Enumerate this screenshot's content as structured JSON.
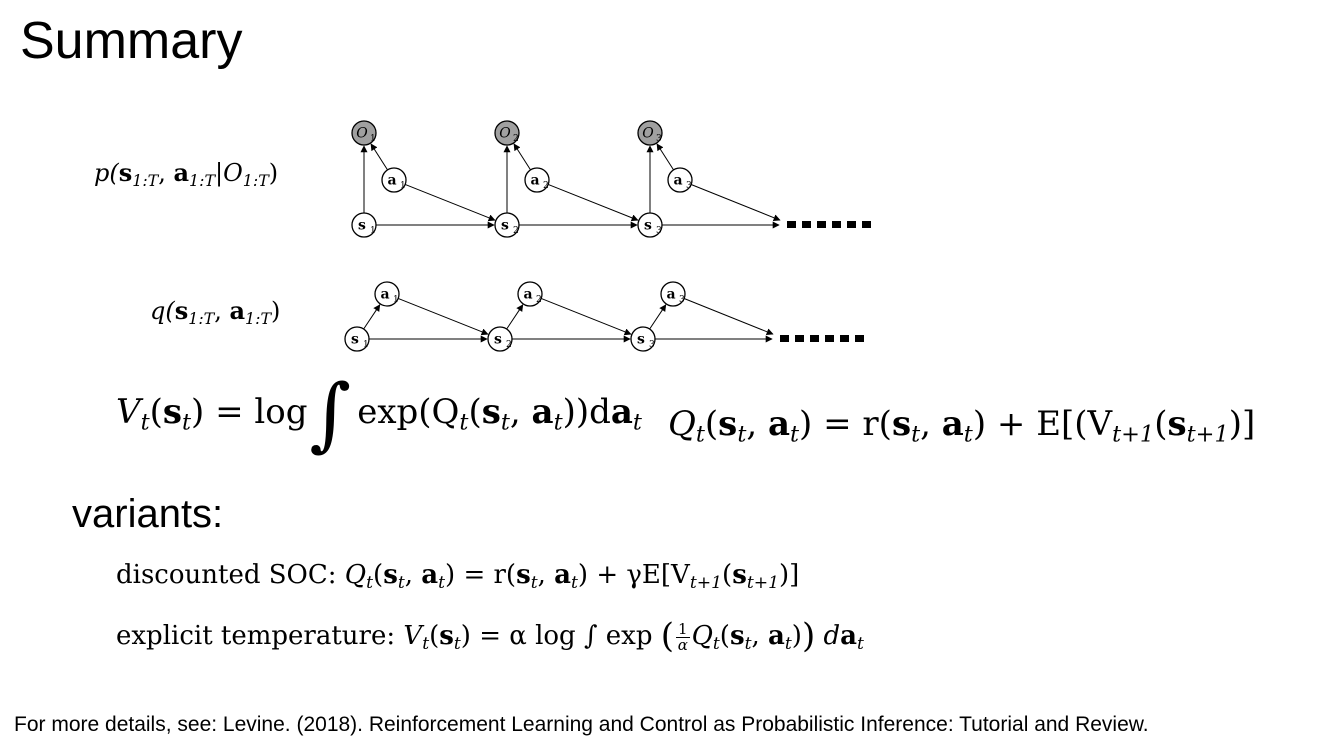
{
  "slide": {
    "title": "Summary",
    "variants_heading": "variants:",
    "footer": "For more details, see: Levine. (2018). Reinforcement Learning and Control as Probabilistic Inference: Tutorial and Review."
  },
  "labels": {
    "p_prefix": "p(",
    "s_bold": "s",
    "sub_1T": "1:T",
    "comma": ", ",
    "a_bold": "a",
    "bar": "|",
    "O": "O",
    "close": ")",
    "q_prefix": "q("
  },
  "equations": {
    "value_lhs": "V",
    "t": "t",
    "eq_log": "= log",
    "integral": "∫",
    "exp": "exp(Q",
    "inner_close": "))d",
    "q_eq_rhs": "= r(",
    "plus_E": "+ E[(V",
    "t_plus_1": "t+1",
    "close_bracket": ")]",
    "soc_prefix": "discounted SOC: ",
    "gamma_E": "+ γE[V",
    "close_sq": ")]",
    "temp_prefix": "explicit temperature: ",
    "alpha_log": "= α log",
    "exp_word": "exp",
    "frac_num": "1",
    "frac_den": "α",
    "Q": "Q",
    "d": "d"
  },
  "graph": {
    "top_row": {
      "observations": [
        "O",
        "O",
        "O"
      ],
      "actions": [
        "a",
        "a",
        "a"
      ],
      "states": [
        "s",
        "s",
        "s"
      ],
      "indices": [
        "1",
        "2",
        "3"
      ],
      "obs_fill": "#a0a0a0"
    },
    "bottom_row": {
      "actions": [
        "a",
        "a",
        "a"
      ],
      "states": [
        "s",
        "s",
        "s"
      ],
      "indices": [
        "1",
        "2",
        "3"
      ]
    }
  }
}
